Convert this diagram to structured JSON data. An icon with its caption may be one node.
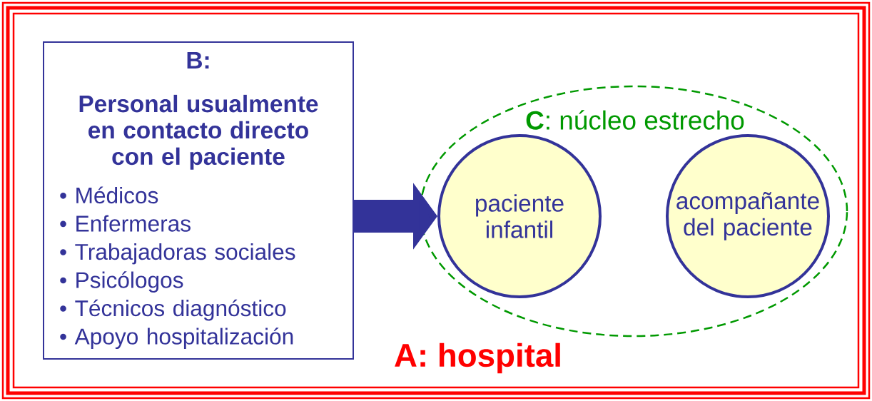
{
  "diagram": {
    "nodes": [
      {
        "text": [
          "A: hospital"
        ]
      },
      {
        "text": [
          "B:",
          "Personal usualmente en contacto directo con el paciente",
          "• Médicos",
          "• Enfermeras",
          "• Trabajadoras sociales",
          "• Psicólogos",
          "• Técnicos diagnóstico",
          "• Apoyo hospitalización"
        ],
        "in": 0
      },
      {
        "text": [
          "**C**: núcleo estrecho"
        ],
        "in": 0
      },
      {
        "text": [
          "paciente infantil"
        ],
        "in": 2
      },
      {
        "text": [
          "acompañante del paciente"
        ],
        "in": 2
      }
    ],
    "edges": [
      {
        "from": 1,
        "to": 3,
        "arrow": "to"
      }
    ]
  }
}
